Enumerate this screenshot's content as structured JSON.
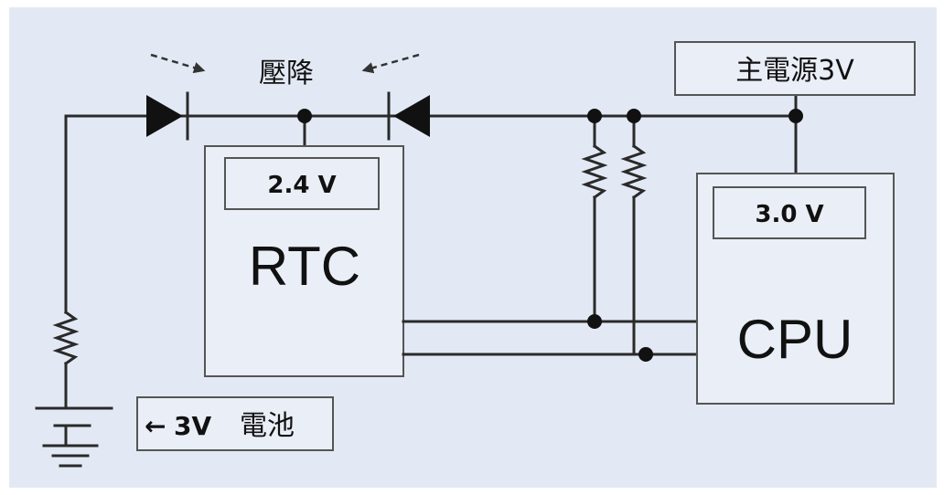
{
  "colors": {
    "panel_background": "#e3e9f4",
    "box_fill": "#e9eef7",
    "wire": "#2a2a2a"
  },
  "labels": {
    "voltage_drop": "壓降",
    "main_power": "主電源3V",
    "rtc_voltage": "2.4 V",
    "rtc": "RTC",
    "cpu_voltage": "3.0 V",
    "cpu": "CPU",
    "battery_arrow": "←",
    "battery_voltage": "3V",
    "battery": "電池"
  }
}
